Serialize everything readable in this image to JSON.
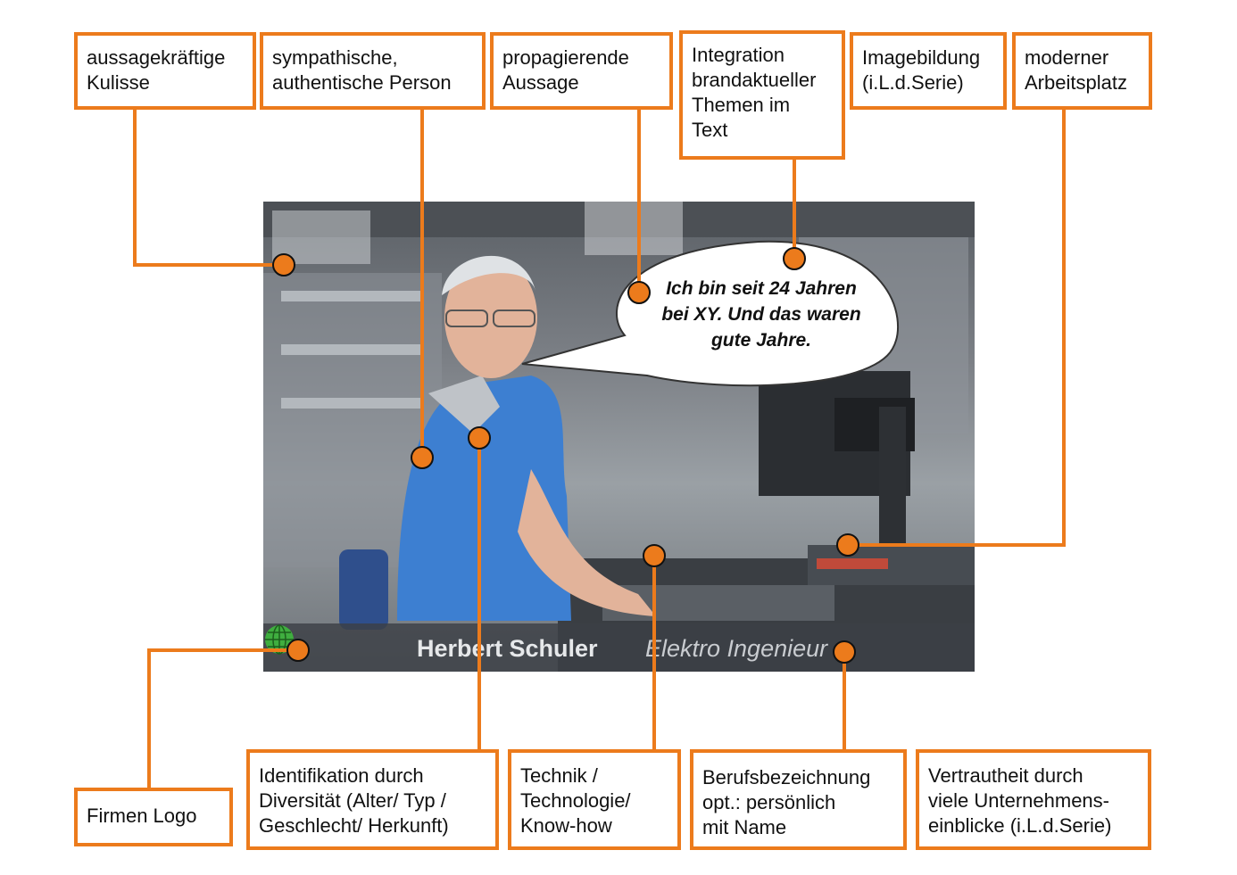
{
  "labels": {
    "kulisse": "aussagekräftige\nKulisse",
    "person": "sympathische,\nauthentische Person",
    "aussage": "propagierende\nAussage",
    "integration": "Integration\nbrandaktueller\nThemen im\nText",
    "imagebildung": "Imagebildung\n(i.L.d.Serie)",
    "arbeitsplatz": "moderner\nArbeitsplatz",
    "logo": "Firmen Logo",
    "identifikation": "Identifikation durch\nDiversität (Alter/ Typ /\nGeschlecht/ Herkunft)",
    "technik": "Technik /\nTechnologie/\nKnow-how",
    "beruf": "Berufsbezeichnung\nopt.: persönlich\nmit Name",
    "vertrautheit": "Vertrautheit durch\nviele Unternehmens-\neinblicke (i.L.d.Serie)"
  },
  "photo": {
    "speech_bubble": "Ich bin seit 24 Jahren\nbei XY. Und das waren\ngute Jahre.",
    "name": "Herbert Schuler",
    "job_title": "Elektro Ingenieur",
    "logo_icon": "globe-icon"
  },
  "colors": {
    "accent": "#ec7b1c",
    "logo_green": "#3fae3f"
  }
}
